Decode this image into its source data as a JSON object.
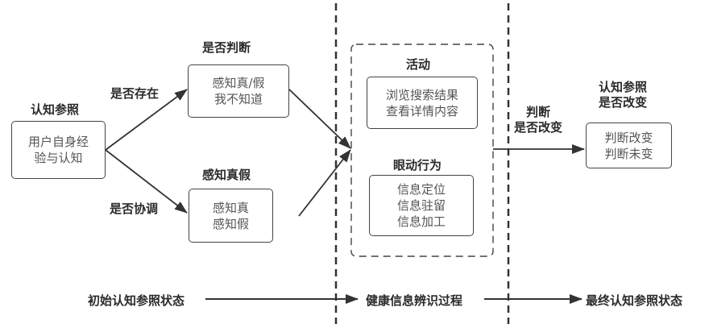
{
  "left": {
    "title": "认知参照",
    "box_lines": [
      "用户自身经",
      "验与认知"
    ]
  },
  "edges": {
    "exist": "是否存在",
    "coordinate": "是否协调",
    "judge_change": [
      "判断",
      "是否改变"
    ]
  },
  "judge": {
    "title": "是否判断",
    "box_lines": [
      "感知真/假",
      "我不知道"
    ]
  },
  "perceive": {
    "title": "感知真假",
    "box_lines": [
      "感知真",
      "感知假"
    ]
  },
  "center": {
    "activity_title": "活动",
    "activity_lines": [
      "浏览搜索结果",
      "查看详情内容"
    ],
    "eye_title": "眼动行为",
    "eye_lines": [
      "信息定位",
      "信息驻留",
      "信息加工"
    ]
  },
  "right": {
    "title": [
      "认知参照",
      "是否改变"
    ],
    "box_lines": [
      "判断改变",
      "判断未变"
    ]
  },
  "timeline": {
    "start": "初始认知参照状态",
    "middle": "健康信息辨识过程",
    "end": "最终认知参照状态"
  }
}
